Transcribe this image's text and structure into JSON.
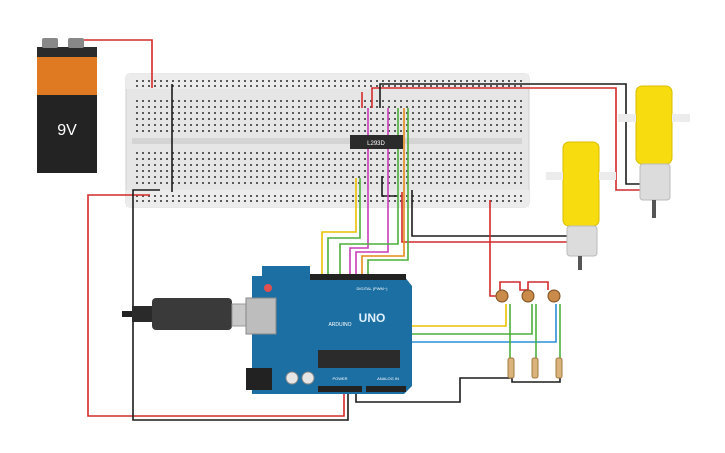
{
  "battery": {
    "label": "9V"
  },
  "driver": {
    "label": "L293D"
  },
  "arduino": {
    "brand": "ARDUINO",
    "model": "UNO",
    "power_label": "POWER",
    "analog_label": "ANALOG IN",
    "digital_label": "DIGITAL (PWM~)"
  },
  "colors": {
    "red": "#d42a2a",
    "black": "#1c1c1c",
    "yellow": "#e9c100",
    "green": "#4caf3a",
    "blue": "#2b8fd6",
    "magenta": "#c83dbb",
    "orange": "#e58a1a",
    "breadboard": "#e8e8e8",
    "arduino_blue": "#1c6fa3",
    "motor_yellow": "#f7dc10"
  },
  "icons": [
    "battery-icon",
    "usb-plug-icon",
    "motor-icon",
    "ldr-icon",
    "resistor-icon",
    "chip-icon"
  ]
}
